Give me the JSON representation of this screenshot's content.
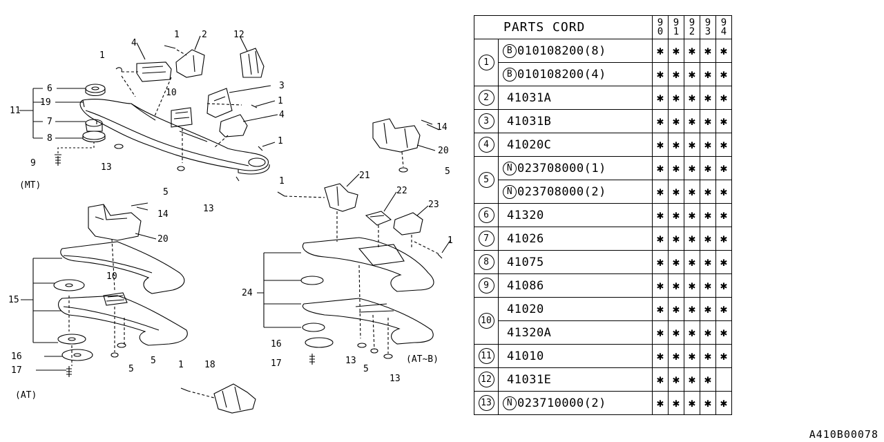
{
  "diagram": {
    "callouts": {
      "c1a": "1",
      "c1b": "1",
      "c1c": "1",
      "c1d": "1",
      "c1e": "1",
      "c1f": "1",
      "c1g": "1",
      "c2": "2",
      "c3": "3",
      "c4a": "4",
      "c4b": "4",
      "c5a": "5",
      "c5b": "5",
      "c5c": "5",
      "c5d": "5",
      "c5e": "5",
      "c6": "6",
      "c7": "7",
      "c8": "8",
      "c9": "9",
      "c10a": "10",
      "c10b": "10",
      "c11": "11",
      "c12": "12",
      "c13a": "13",
      "c13b": "13",
      "c13c": "13",
      "c13d": "13",
      "c14a": "14",
      "c14b": "14",
      "c15": "15",
      "c16a": "16",
      "c16b": "16",
      "c17a": "17",
      "c17b": "17",
      "c18": "18",
      "c19": "19",
      "c20a": "20",
      "c20b": "20",
      "c21": "21",
      "c22": "22",
      "c23": "23",
      "c24": "24"
    },
    "variants": {
      "mt": "(MT)",
      "at": "(AT)",
      "atb": "(AT~B)"
    }
  },
  "table": {
    "header": "PARTS CORD",
    "years": [
      [
        "9",
        "0"
      ],
      [
        "9",
        "1"
      ],
      [
        "9",
        "2"
      ],
      [
        "9",
        "3"
      ],
      [
        "9",
        "4"
      ]
    ],
    "mark": "✱",
    "rows": [
      {
        "ref": "1",
        "prefix": "B",
        "code": "010108200(8)",
        "marks": [
          1,
          1,
          1,
          1,
          1
        ],
        "span": 2,
        "first": true
      },
      {
        "ref": "",
        "prefix": "B",
        "code": "010108200(4)",
        "marks": [
          1,
          1,
          1,
          1,
          1
        ],
        "span": 0,
        "first": false
      },
      {
        "ref": "2",
        "prefix": "",
        "code": "41031A",
        "marks": [
          1,
          1,
          1,
          1,
          1
        ],
        "span": 1,
        "first": true
      },
      {
        "ref": "3",
        "prefix": "",
        "code": "41031B",
        "marks": [
          1,
          1,
          1,
          1,
          1
        ],
        "span": 1,
        "first": true
      },
      {
        "ref": "4",
        "prefix": "",
        "code": "41020C",
        "marks": [
          1,
          1,
          1,
          1,
          1
        ],
        "span": 1,
        "first": true
      },
      {
        "ref": "5",
        "prefix": "N",
        "code": "023708000(1)",
        "marks": [
          1,
          1,
          1,
          1,
          1
        ],
        "span": 2,
        "first": true
      },
      {
        "ref": "",
        "prefix": "N",
        "code": "023708000(2)",
        "marks": [
          1,
          1,
          1,
          1,
          1
        ],
        "span": 0,
        "first": false
      },
      {
        "ref": "6",
        "prefix": "",
        "code": "41320",
        "marks": [
          1,
          1,
          1,
          1,
          1
        ],
        "span": 1,
        "first": true
      },
      {
        "ref": "7",
        "prefix": "",
        "code": "41026",
        "marks": [
          1,
          1,
          1,
          1,
          1
        ],
        "span": 1,
        "first": true
      },
      {
        "ref": "8",
        "prefix": "",
        "code": "41075",
        "marks": [
          1,
          1,
          1,
          1,
          1
        ],
        "span": 1,
        "first": true
      },
      {
        "ref": "9",
        "prefix": "",
        "code": "41086",
        "marks": [
          1,
          1,
          1,
          1,
          1
        ],
        "span": 1,
        "first": true
      },
      {
        "ref": "10",
        "prefix": "",
        "code": "41020",
        "marks": [
          1,
          1,
          1,
          1,
          1
        ],
        "span": 2,
        "first": true
      },
      {
        "ref": "",
        "prefix": "",
        "code": "41320A",
        "marks": [
          1,
          1,
          1,
          1,
          1
        ],
        "span": 0,
        "first": false
      },
      {
        "ref": "11",
        "prefix": "",
        "code": "41010",
        "marks": [
          1,
          1,
          1,
          1,
          1
        ],
        "span": 1,
        "first": true
      },
      {
        "ref": "12",
        "prefix": "",
        "code": "41031E",
        "marks": [
          1,
          1,
          1,
          1,
          0
        ],
        "span": 1,
        "first": true
      },
      {
        "ref": "13",
        "prefix": "N",
        "code": "023710000(2)",
        "marks": [
          1,
          1,
          1,
          1,
          1
        ],
        "span": 1,
        "first": true
      }
    ]
  },
  "diagram_code": "A410B00078"
}
